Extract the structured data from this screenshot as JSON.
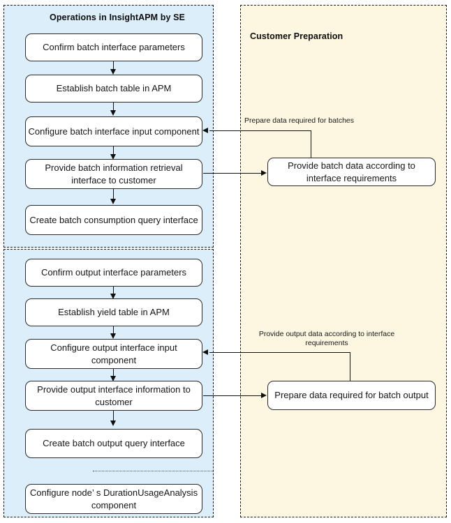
{
  "diagram": {
    "title_left": "Operations in InsightAPM by SE",
    "title_right": "Customer Preparation"
  },
  "lanes": [
    {
      "id": "left-batch",
      "label": "Operations in InsightAPM by SE"
    },
    {
      "id": "left-output",
      "label": ""
    },
    {
      "id": "right",
      "label": "Customer Preparation"
    }
  ],
  "nodes": {
    "batch": [
      {
        "id": "confirm-batch-interface-parameters",
        "text": "Confirm batch interface parameters"
      },
      {
        "id": "establish-batch-table",
        "text": "Establish batch table in APM"
      },
      {
        "id": "configure-batch-input-component",
        "text": "Configure batch interface input component"
      },
      {
        "id": "provide-batch-retrieval-interface",
        "text": "Provide batch information retrieval interface to customer"
      },
      {
        "id": "create-batch-consumption-query",
        "text": "Create batch consumption query interface"
      }
    ],
    "output": [
      {
        "id": "confirm-output-interface-parameters",
        "text": "Confirm output interface parameters"
      },
      {
        "id": "establish-yield-table",
        "text": "Establish yield table in APM"
      },
      {
        "id": "configure-output-input-component",
        "text": "Configure output interface input component"
      },
      {
        "id": "provide-output-interface-info",
        "text": "Provide output interface information to customer"
      },
      {
        "id": "create-batch-output-query",
        "text": "Create batch output query interface"
      },
      {
        "id": "configure-duration-usage-analysis",
        "text": "Configure node’ s DurationUsageAnalysis component"
      }
    ],
    "customer": [
      {
        "id": "provide-batch-data",
        "text": "Provide batch data according to interface requirements"
      },
      {
        "id": "prepare-batch-output-data",
        "text": "Prepare data required for batch output"
      }
    ]
  },
  "edge_labels": [
    {
      "id": "prepare-data-for-batches",
      "text": "Prepare data required for batches"
    },
    {
      "id": "provide-output-data",
      "text": "Provide output data according to interface requirements"
    }
  ],
  "colors": {
    "lane_left_fill": "#ddeefb",
    "lane_right_fill": "#fdf6e0",
    "node_fill": "#ffffff",
    "stroke": "#1a1a1a"
  }
}
